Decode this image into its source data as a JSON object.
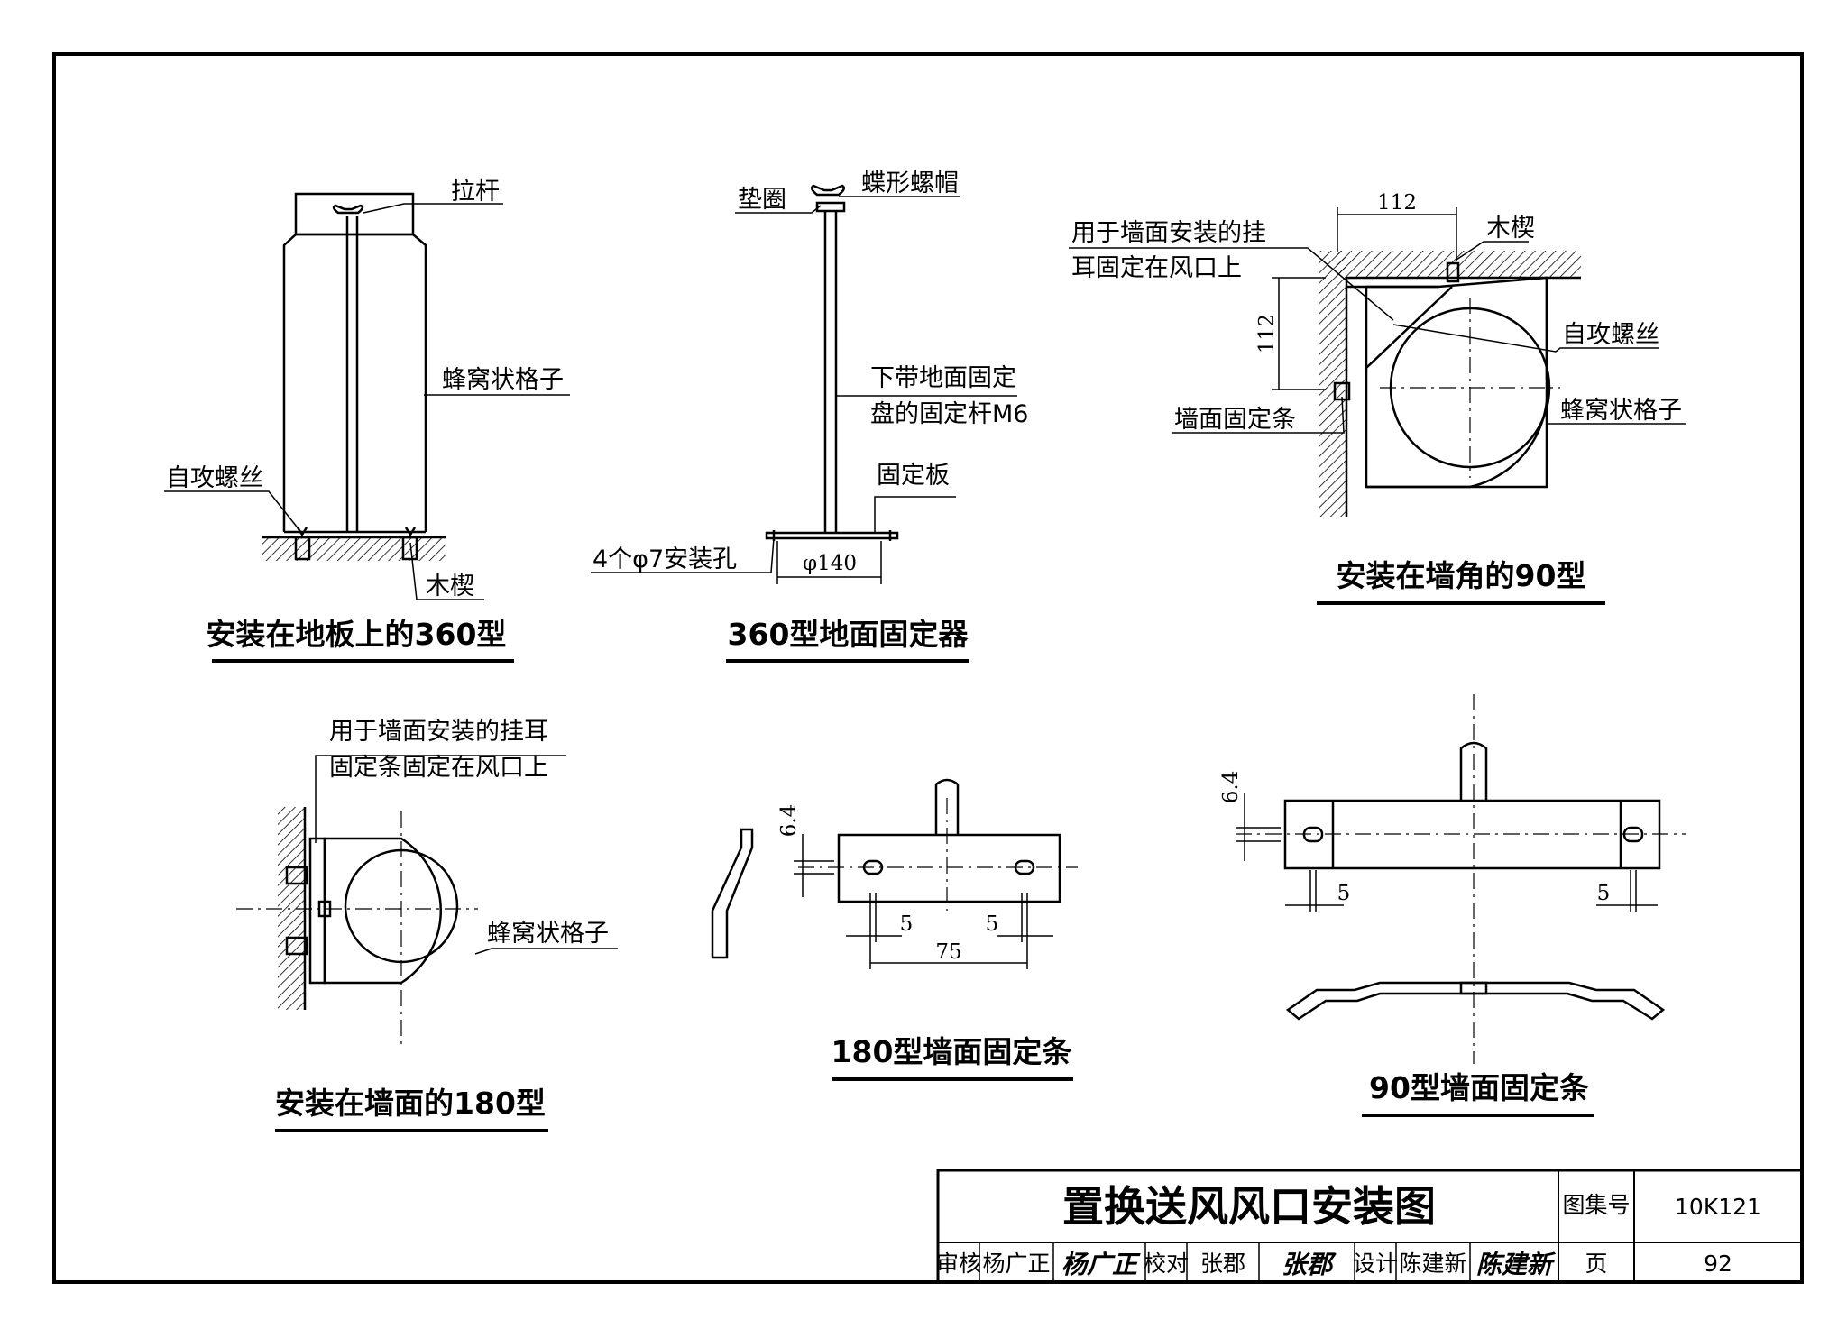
{
  "drawing": {
    "views": {
      "floor360": {
        "caption": "安装在地板上的360型",
        "labels": {
          "pull_rod": "拉杆",
          "honeycomb_grille": "蜂窝状格子",
          "self_tapping_screw": "自攻螺丝",
          "wood_wedge": "木楔"
        }
      },
      "fixer360": {
        "caption": "360型地面固定器",
        "labels": {
          "washer": "垫圈",
          "wing_nut": "蝶形螺帽",
          "rod_line1": "下带地面固定",
          "rod_line2": "盘的固定杆M6",
          "fixing_plate": "固定板",
          "mount_holes": "4个φ7安装孔"
        },
        "dims": {
          "plate_diameter": "φ140"
        }
      },
      "corner90": {
        "caption": "安装在墙角的90型",
        "labels": {
          "ear_line1": "用于墙面安装的挂",
          "ear_line2": "耳固定在风口上",
          "wood_wedge": "木楔",
          "self_tapping_screw": "自攻螺丝",
          "wall_strip": "墙面固定条",
          "honeycomb_grille": "蜂窝状格子"
        },
        "dims": {
          "horizontal": "112",
          "vertical": "112"
        }
      },
      "wall180": {
        "caption": "安装在墙面的180型",
        "labels": {
          "ear_line1": "用于墙面安装的挂耳",
          "ear_line2": "固定条固定在风口上",
          "honeycomb_grille": "蜂窝状格子"
        }
      },
      "strip180": {
        "caption": "180型墙面固定条",
        "dims": {
          "slot_height": "6.4",
          "left_slot": "5",
          "right_slot": "5",
          "span": "75"
        }
      },
      "strip90": {
        "caption": "90型墙面固定条",
        "dims": {
          "slot_height": "6.4",
          "left_slot": "5",
          "right_slot": "5"
        }
      }
    },
    "title_block": {
      "title": "置换送风风口安装图",
      "atlas_label": "图集号",
      "atlas_no": "10K121",
      "page_label": "页",
      "page_no": "92",
      "review_label": "审核",
      "reviewer": "杨广正",
      "check_label": "校对",
      "checker": "张郡",
      "design_label": "设计",
      "designer": "陈建新",
      "signatures": {
        "reviewer_sig": "杨广正",
        "checker_sig": "张郡",
        "designer_sig": "陈建新"
      }
    }
  }
}
